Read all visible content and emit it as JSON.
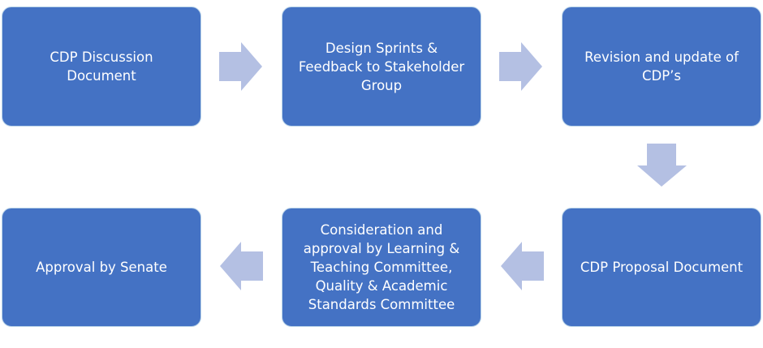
{
  "colors": {
    "box_fill": "#4472c4",
    "arrow_fill": "#b4c0e3",
    "text": "#ffffff"
  },
  "steps": [
    {
      "label": "CDP Discussion Document"
    },
    {
      "label": "Design Sprints & Feedback to Stakeholder Group"
    },
    {
      "label": "Revision and update of CDP’s"
    },
    {
      "label": "CDP Proposal Document"
    },
    {
      "label": "Consideration and approval by Learning & Teaching Committee, Quality & Academic Standards Committee"
    },
    {
      "label": "Approval by Senate"
    }
  ],
  "arrows": [
    {
      "direction": "right",
      "icon": "arrow-right-icon"
    },
    {
      "direction": "right",
      "icon": "arrow-right-icon"
    },
    {
      "direction": "down",
      "icon": "arrow-down-icon"
    },
    {
      "direction": "left",
      "icon": "arrow-left-icon"
    },
    {
      "direction": "left",
      "icon": "arrow-left-icon"
    }
  ]
}
